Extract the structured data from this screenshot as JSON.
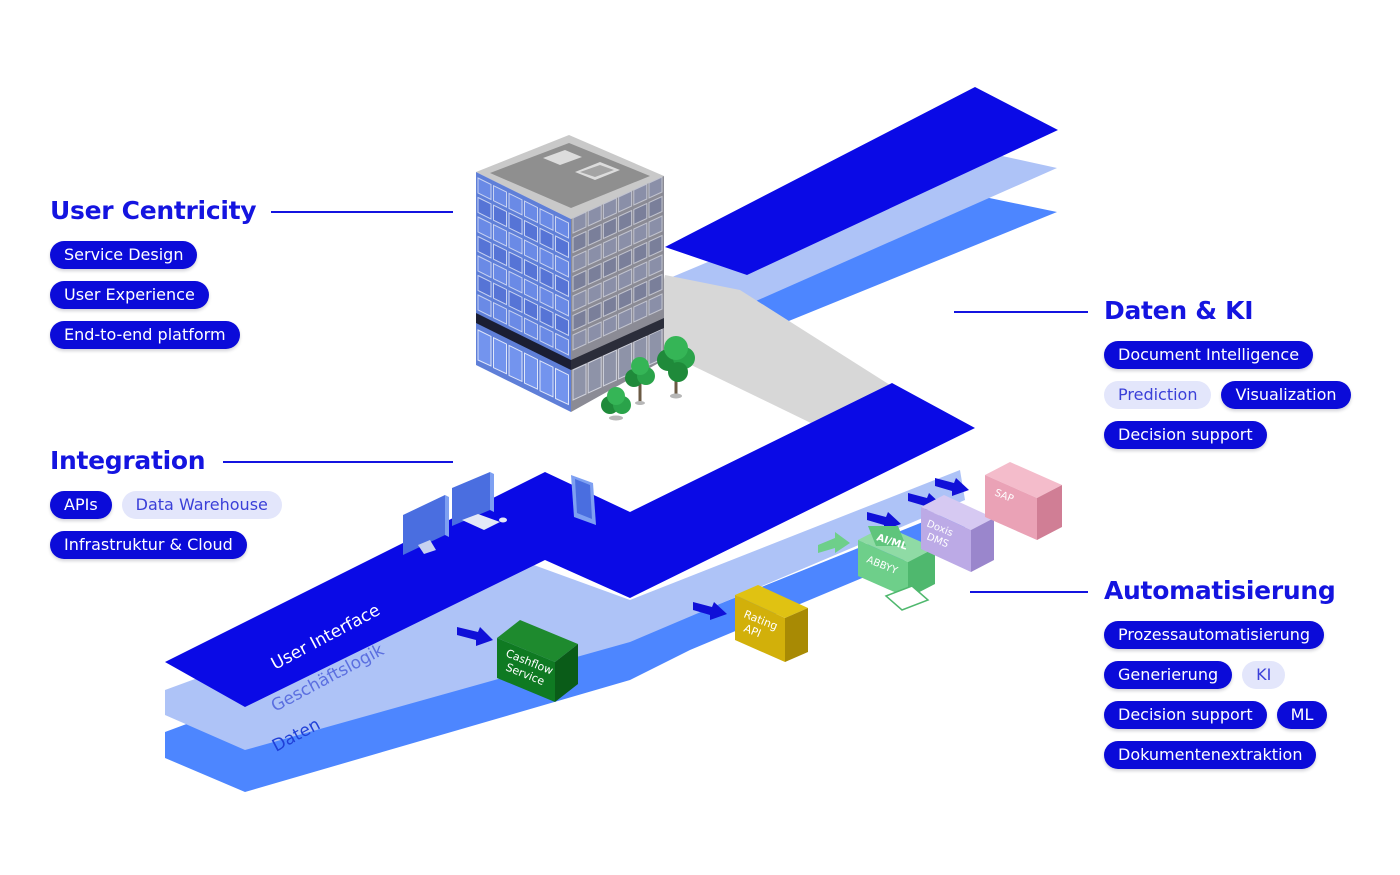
{
  "colors": {
    "accent": "#1414e0",
    "tag_primary": "#0b0bd9",
    "tag_secondary_bg": "#e3e6fb",
    "layer_ui": "#0a0ae6",
    "layer_logic": "#aec3f7",
    "layer_data": "#4d86ff"
  },
  "sections": {
    "user_centricity": {
      "title": "User Centricity",
      "tags": [
        {
          "label": "Service Design",
          "style": "primary"
        },
        {
          "label": "User Experience",
          "style": "primary"
        },
        {
          "label": "End-to-end platform",
          "style": "primary"
        }
      ]
    },
    "integration": {
      "title": "Integration",
      "tags": [
        {
          "label": "APIs",
          "style": "primary"
        },
        {
          "label": "Data Warehouse",
          "style": "secondary"
        },
        {
          "label": "Infrastruktur & Cloud",
          "style": "primary"
        }
      ]
    },
    "daten_ki": {
      "title": "Daten & KI",
      "tags": [
        {
          "label": "Document Intelligence",
          "style": "primary"
        },
        {
          "label": "Prediction",
          "style": "secondary"
        },
        {
          "label": "Visualization",
          "style": "primary"
        },
        {
          "label": "Decision support",
          "style": "primary"
        }
      ]
    },
    "automatisierung": {
      "title": "Automatisierung",
      "tags": [
        {
          "label": "Prozessautomatisierung",
          "style": "primary"
        },
        {
          "label": "Generierung",
          "style": "primary"
        },
        {
          "label": "KI",
          "style": "secondary"
        },
        {
          "label": "Decision support",
          "style": "primary"
        },
        {
          "label": "ML",
          "style": "primary"
        },
        {
          "label": "Dokumentenextraktion",
          "style": "primary"
        }
      ]
    }
  },
  "layers": {
    "ui": "User Interface",
    "logic": "Geschäftslogik",
    "data": "Daten"
  },
  "boxes": {
    "cashflow": [
      "Cashflow",
      "Service"
    ],
    "rating": [
      "Rating",
      "API"
    ],
    "abbyy": "ABBYY",
    "aiml": "AI/ML",
    "doxis": [
      "Doxis",
      "DMS"
    ],
    "sap": "SAP"
  }
}
